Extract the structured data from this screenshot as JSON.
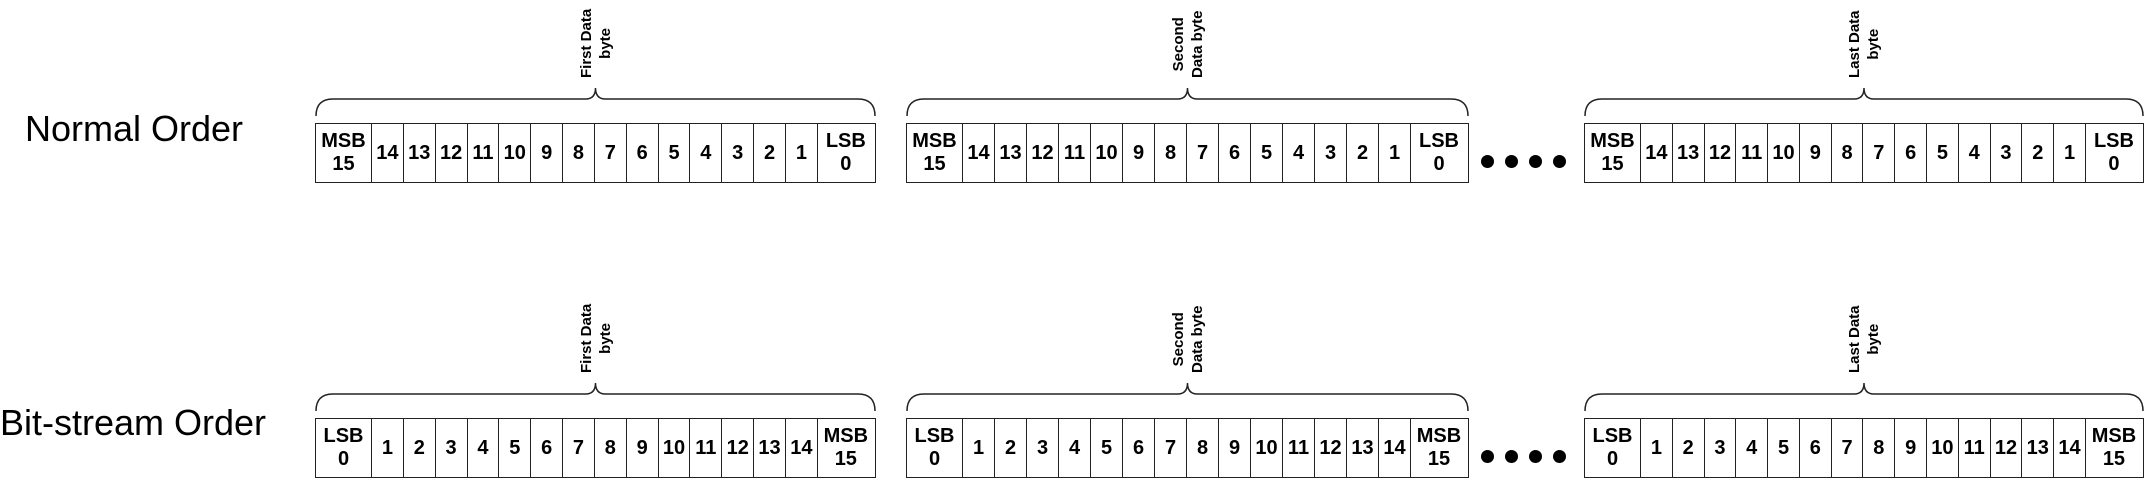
{
  "rows": [
    {
      "label": "Normal Order",
      "bytes": [
        {
          "title": [
            "First Data",
            "byte"
          ],
          "cells": [
            [
              "MSB",
              "15"
            ],
            [
              "14"
            ],
            [
              "13"
            ],
            [
              "12"
            ],
            [
              "11"
            ],
            [
              "10"
            ],
            [
              "9"
            ],
            [
              "8"
            ],
            [
              "7"
            ],
            [
              "6"
            ],
            [
              "5"
            ],
            [
              "4"
            ],
            [
              "3"
            ],
            [
              "2"
            ],
            [
              "1"
            ],
            [
              "LSB",
              "0"
            ]
          ]
        },
        {
          "title": [
            "Second",
            "Data byte"
          ],
          "cells": [
            [
              "MSB",
              "15"
            ],
            [
              "14"
            ],
            [
              "13"
            ],
            [
              "12"
            ],
            [
              "11"
            ],
            [
              "10"
            ],
            [
              "9"
            ],
            [
              "8"
            ],
            [
              "7"
            ],
            [
              "6"
            ],
            [
              "5"
            ],
            [
              "4"
            ],
            [
              "3"
            ],
            [
              "2"
            ],
            [
              "1"
            ],
            [
              "LSB",
              "0"
            ]
          ]
        },
        {
          "title": [
            "Last Data",
            "byte"
          ],
          "cells": [
            [
              "MSB",
              "15"
            ],
            [
              "14"
            ],
            [
              "13"
            ],
            [
              "12"
            ],
            [
              "11"
            ],
            [
              "10"
            ],
            [
              "9"
            ],
            [
              "8"
            ],
            [
              "7"
            ],
            [
              "6"
            ],
            [
              "5"
            ],
            [
              "4"
            ],
            [
              "3"
            ],
            [
              "2"
            ],
            [
              "1"
            ],
            [
              "LSB",
              "0"
            ]
          ]
        }
      ]
    },
    {
      "label": "Bit-stream Order",
      "bytes": [
        {
          "title": [
            "First Data",
            "byte"
          ],
          "cells": [
            [
              "LSB",
              "0"
            ],
            [
              "1"
            ],
            [
              "2"
            ],
            [
              "3"
            ],
            [
              "4"
            ],
            [
              "5"
            ],
            [
              "6"
            ],
            [
              "7"
            ],
            [
              "8"
            ],
            [
              "9"
            ],
            [
              "10"
            ],
            [
              "11"
            ],
            [
              "12"
            ],
            [
              "13"
            ],
            [
              "14"
            ],
            [
              "MSB",
              "15"
            ]
          ]
        },
        {
          "title": [
            "Second",
            "Data byte"
          ],
          "cells": [
            [
              "LSB",
              "0"
            ],
            [
              "1"
            ],
            [
              "2"
            ],
            [
              "3"
            ],
            [
              "4"
            ],
            [
              "5"
            ],
            [
              "6"
            ],
            [
              "7"
            ],
            [
              "8"
            ],
            [
              "9"
            ],
            [
              "10"
            ],
            [
              "11"
            ],
            [
              "12"
            ],
            [
              "13"
            ],
            [
              "14"
            ],
            [
              "MSB",
              "15"
            ]
          ]
        },
        {
          "title": [
            "Last Data",
            "byte"
          ],
          "cells": [
            [
              "LSB",
              "0"
            ],
            [
              "1"
            ],
            [
              "2"
            ],
            [
              "3"
            ],
            [
              "4"
            ],
            [
              "5"
            ],
            [
              "6"
            ],
            [
              "7"
            ],
            [
              "8"
            ],
            [
              "9"
            ],
            [
              "10"
            ],
            [
              "11"
            ],
            [
              "12"
            ],
            [
              "13"
            ],
            [
              "14"
            ],
            [
              "MSB",
              "15"
            ]
          ]
        }
      ]
    }
  ]
}
